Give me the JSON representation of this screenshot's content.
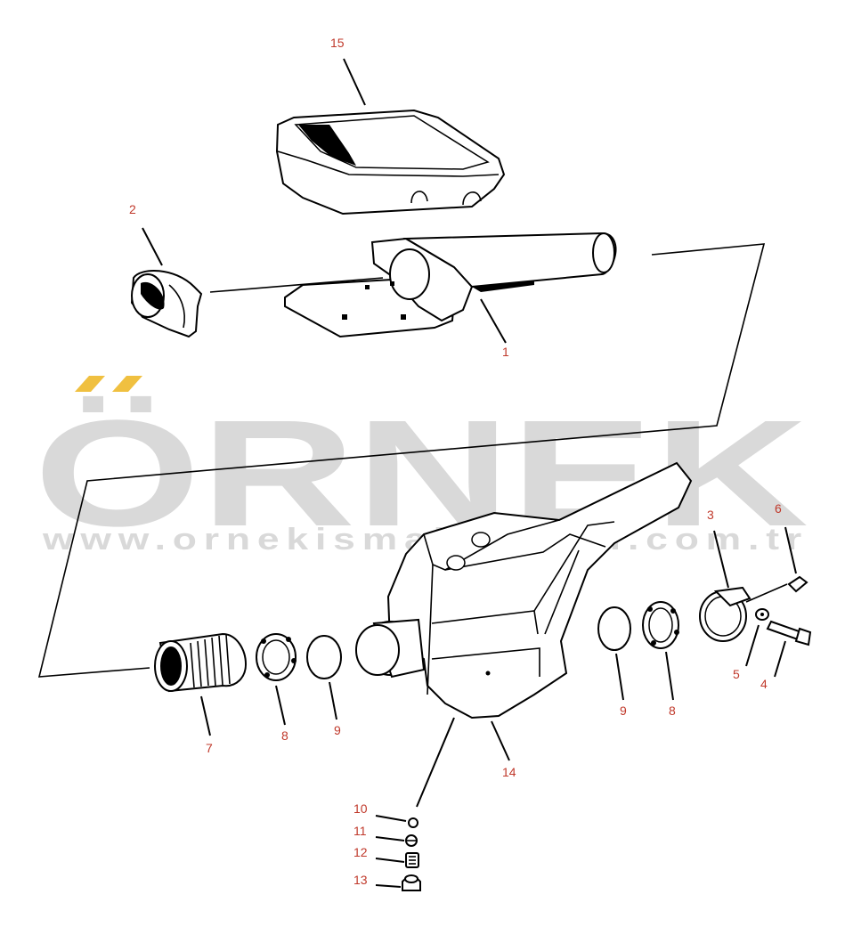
{
  "watermark": {
    "brand": "ÖRNEK",
    "url": "www.ornekismakinalari.com.tr",
    "accent_color": "#f0c040",
    "text_color": "#d9d9d9"
  },
  "callout_color": "#c0392b",
  "callouts": [
    {
      "id": "c15",
      "label": "15"
    },
    {
      "id": "c2",
      "label": "2"
    },
    {
      "id": "c1",
      "label": "1"
    },
    {
      "id": "c3",
      "label": "3"
    },
    {
      "id": "c6",
      "label": "6"
    },
    {
      "id": "c5",
      "label": "5"
    },
    {
      "id": "c4",
      "label": "4"
    },
    {
      "id": "c7",
      "label": "7"
    },
    {
      "id": "c8a",
      "label": "8"
    },
    {
      "id": "c9a",
      "label": "9"
    },
    {
      "id": "c14",
      "label": "14"
    },
    {
      "id": "c9b",
      "label": "9"
    },
    {
      "id": "c8b",
      "label": "8"
    },
    {
      "id": "c10",
      "label": "10"
    },
    {
      "id": "c11",
      "label": "11"
    },
    {
      "id": "c12",
      "label": "12"
    },
    {
      "id": "c13",
      "label": "13"
    }
  ]
}
